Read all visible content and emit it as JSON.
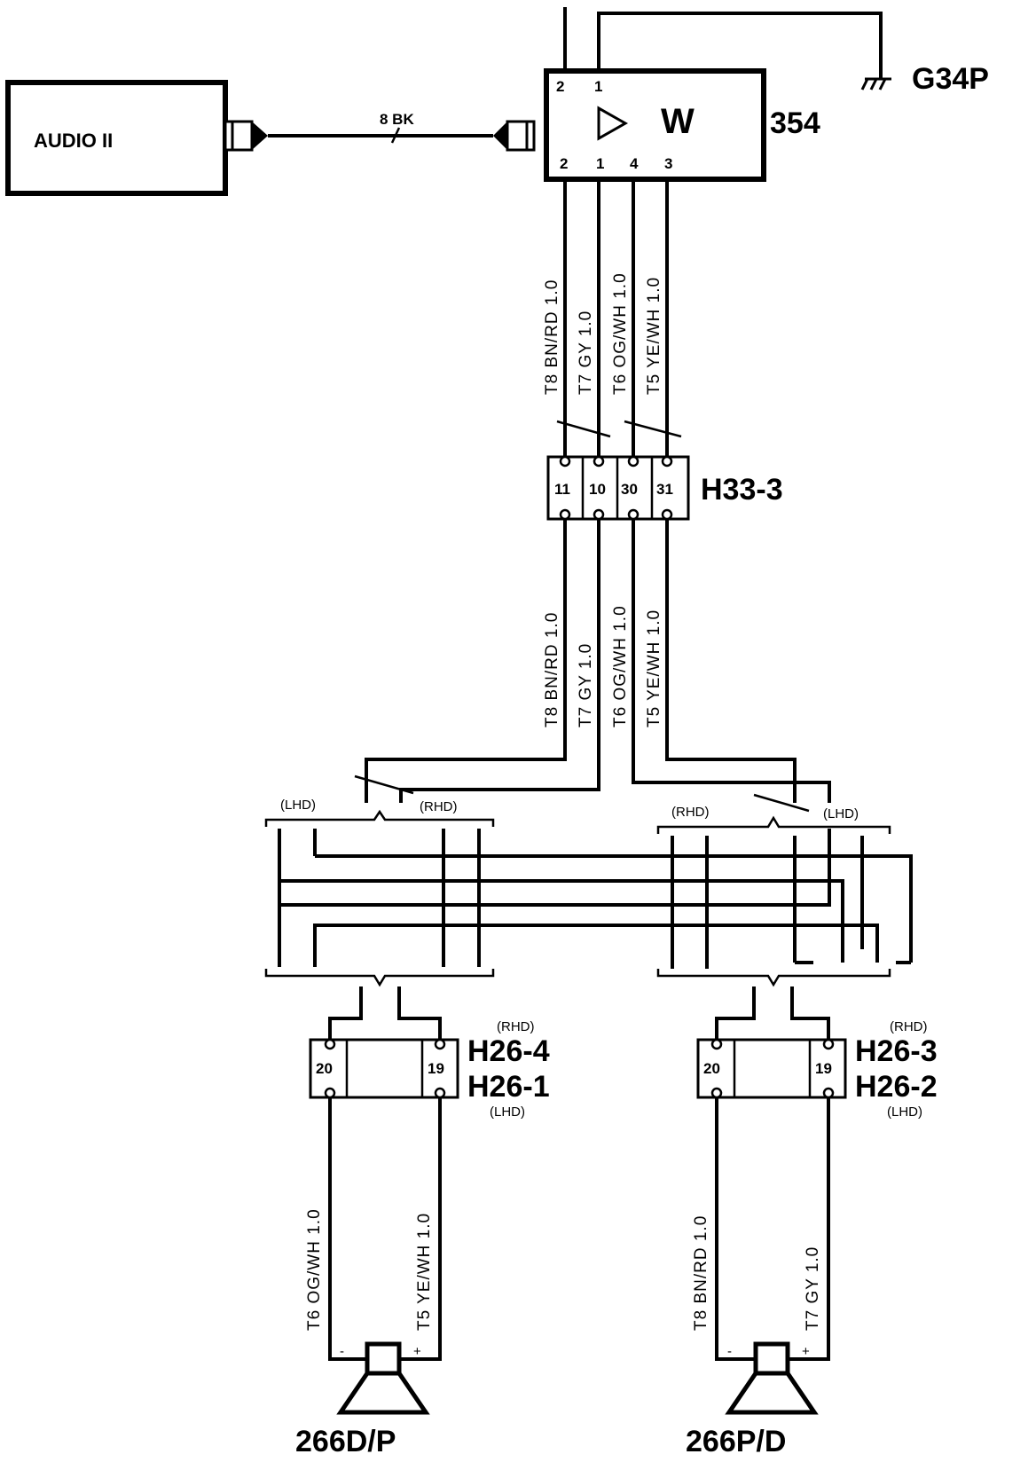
{
  "components": {
    "audio_unit": "AUDIO II",
    "amplifier_letter": "W",
    "amplifier_id": "354",
    "ground_id": "G34P",
    "connector_h33": "H33-3",
    "connector_left_rhd": "H26-4",
    "connector_left_lhd": "H26-1",
    "connector_right_rhd": "H26-3",
    "connector_right_lhd": "H26-2",
    "speaker_left": "266D/P",
    "speaker_right": "266P/D"
  },
  "labels": {
    "rhd": "(RHD)",
    "lhd": "(LHD)",
    "plus": "+",
    "minus": "-"
  },
  "audio_link": {
    "label": "8 BK"
  },
  "amp_pins": {
    "top_left": "2",
    "top_right": "1",
    "b1": "2",
    "b2": "1",
    "b3": "4",
    "b4": "3"
  },
  "h33_pins": [
    "11",
    "10",
    "30",
    "31"
  ],
  "h26_pins": {
    "left": "20",
    "right": "19"
  },
  "wires": {
    "t8": "T8  BN/RD  1.0",
    "t7": "T7  GY  1.0",
    "t6": "T6  OG/WH 1.0",
    "t5": "T5  YE/WH 1.0"
  }
}
